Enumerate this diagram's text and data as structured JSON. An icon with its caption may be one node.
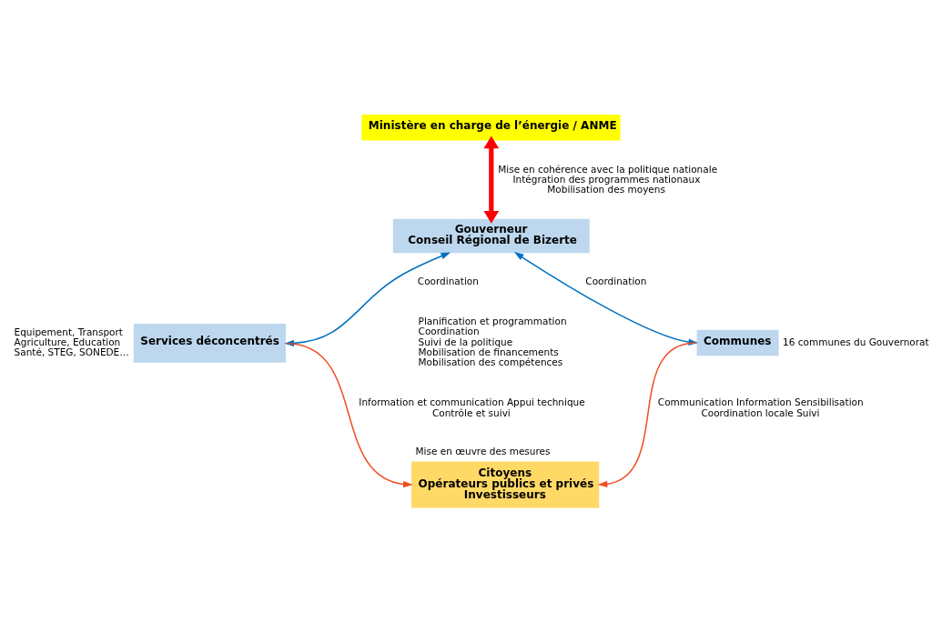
{
  "diagram": {
    "nodes": [
      {
        "text": [
          "Ministère en charge de l’énergie / ANME"
        ]
      },
      {
        "text": [
          "Gouverneur",
          "Conseil Régional de Bizerte"
        ],
        "beside": [
          "Planification et programmation",
          "Coordination",
          "Suivi de la politique",
          "Mobilisation de financements",
          "Mobilisation des compétences"
        ]
      },
      {
        "text": [
          "Services déconcentrés"
        ],
        "beside": [
          "Equipement, Transport",
          "Agriculture, Education",
          "Santé, STEG, SONEDE…"
        ]
      },
      {
        "text": [
          "Communes"
        ],
        "beside": [
          "16 communes du Gouvernorat"
        ]
      },
      {
        "text": [
          "Citoyens",
          "Opérateurs publics et privés",
          "Investisseurs"
        ],
        "beside": [
          "Mise en œuvre des mesures"
        ]
      }
    ],
    "edges": [
      {
        "from": 0,
        "to": 1,
        "arrow": "both",
        "style": "thick",
        "color": "#ff0000",
        "label": "Mise en cohérence avec la politique nationale Intégration des programmes nationaux Mobilisation des moyens"
      },
      {
        "from": 1,
        "to": 2,
        "arrow": "both",
        "color": "#0070c0",
        "label": "Coordination"
      },
      {
        "from": 1,
        "to": 3,
        "arrow": "both",
        "color": "#0070c0",
        "label": "Coordination"
      },
      {
        "from": 2,
        "to": 4,
        "arrow": "to",
        "color": "#f04e23",
        "label": "Information et communication Appui technique Contrôle et suivi"
      },
      {
        "from": 3,
        "to": 4,
        "arrow": "to",
        "color": "#f04e23",
        "label": "Communication Information Sensibilisation Coordination locale Suivi"
      }
    ]
  }
}
